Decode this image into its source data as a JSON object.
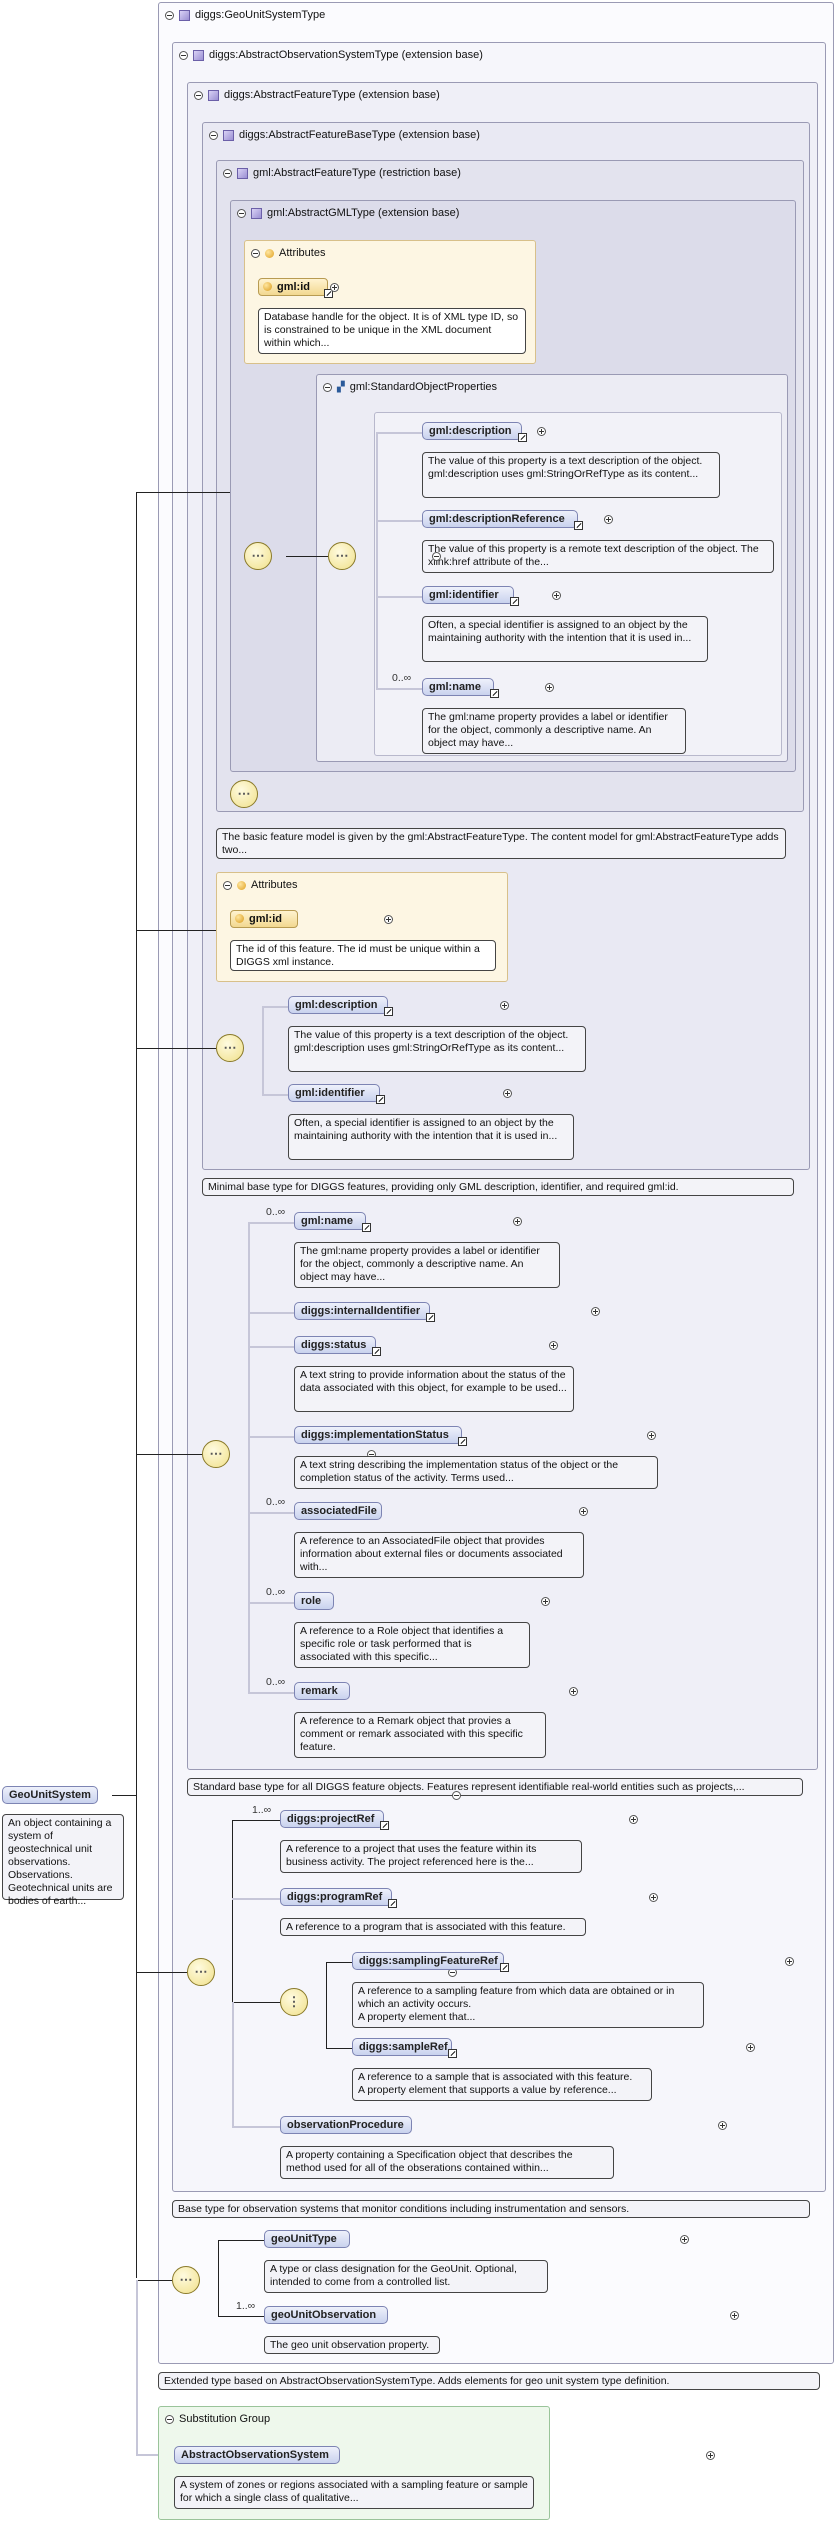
{
  "root": {
    "title": "diggs:GeoUnitSystemType",
    "doc": "Extended type based on AbstractObservationSystemType. Adds elements for geo unit system type definition."
  },
  "frames": {
    "obs_system": "diggs:AbstractObservationSystemType (extension base)",
    "feature": "diggs:AbstractFeatureType (extension base)",
    "feature_base": "diggs:AbstractFeatureBaseType (extension base)",
    "gml_feature": "gml:AbstractFeatureType (restriction base)",
    "gml": "gml:AbstractGMLType (extension base)"
  },
  "gml_attributes": {
    "title": "Attributes",
    "id_label": "gml:id",
    "id_doc": "Database handle for the object. It is of XML type ID, so is constrained to be unique in the XML document within which..."
  },
  "standard_props": {
    "title": "gml:StandardObjectProperties",
    "items": [
      {
        "label": "gml:description",
        "doc": "The value of this property is a text description of the object. gml:description uses gml:StringOrRefType as its content..."
      },
      {
        "label": "gml:descriptionReference",
        "doc": "The value of this property is a remote text description of the object. The xlink:href attribute of the..."
      },
      {
        "label": "gml:identifier",
        "doc": "Often, a special identifier is assigned to an object by the maintaining authority with the intention that it is used in..."
      },
      {
        "label": "gml:name",
        "card": "0..∞",
        "doc": "The gml:name property provides a label or identifier for the object, commonly a descriptive name. An object may have..."
      }
    ]
  },
  "gml_feature_doc": "The basic feature model is given by the gml:AbstractFeatureType. The content model for gml:AbstractFeatureType adds two...",
  "base_attributes": {
    "title": "Attributes",
    "id_label": "gml:id",
    "id_doc": "The id of this feature. The id must be unique within a DIGGS xml instance."
  },
  "base_elements": [
    {
      "label": "gml:description",
      "doc": "The value of this property is a text description of the object. gml:description uses gml:StringOrRefType as its content..."
    },
    {
      "label": "gml:identifier",
      "doc": "Often, a special identifier is assigned to an object by the maintaining authority with the intention that it is used in..."
    }
  ],
  "feature_base_doc": "Minimal base type for DIGGS features, providing only GML description, identifier, and required gml:id.",
  "feature_elements": [
    {
      "label": "gml:name",
      "card": "0..∞",
      "doc": "The gml:name property provides a label or identifier for the object, commonly a descriptive name. An object may have..."
    },
    {
      "label": "diggs:internalIdentifier",
      "card": "",
      "doc": ""
    },
    {
      "label": "diggs:status",
      "card": "",
      "doc": "A text string to provide information about the status of the data associated with this object, for example to be used..."
    },
    {
      "label": "diggs:implementationStatus",
      "card": "",
      "doc": "A text string describing the implementation status of the object or the completion status of the activity. Terms used..."
    },
    {
      "label": "associatedFile",
      "card": "0..∞",
      "doc": "A reference to an AssociatedFile object that provides information about external files or documents associated with..."
    },
    {
      "label": "role",
      "card": "0..∞",
      "doc": "A reference to a Role object that identifies a specific role or task performed that is associated with this specific..."
    },
    {
      "label": "remark",
      "card": "0..∞",
      "doc": "A reference to a Remark object that provies a comment or remark associated with this specific feature."
    }
  ],
  "feature_doc": "Standard base type for all DIGGS feature objects. Features represent identifiable real-world entities such as projects,...",
  "obs_elements": {
    "project_ref": {
      "label": "diggs:projectRef",
      "card": "1..∞",
      "doc": "A reference to a project that uses the feature within its business activity. The project referenced here is the..."
    },
    "program_ref": {
      "label": "diggs:programRef",
      "doc": "A reference to a program that is associated with this feature."
    },
    "sampling_feature_ref": {
      "label": "diggs:samplingFeatureRef",
      "doc": "A reference to a sampling feature from which data are obtained or in which an activity occurs.\nA property element that..."
    },
    "sample_ref": {
      "label": "diggs:sampleRef",
      "doc": "A reference to a sample that is associated with this feature.\nA property element that supports a value by reference..."
    },
    "observation_procedure": {
      "label": "observationProcedure",
      "doc": "A property containing a Specification object that describes the method used for all of the obserations contained within..."
    }
  },
  "obs_system_doc": "Base type for observation systems that monitor conditions including instrumentation and sensors.",
  "geo_elements": {
    "geo_unit_type": {
      "label": "geoUnitType",
      "doc": "A type or class designation for the GeoUnit. Optional, intended to come from a controlled list."
    },
    "geo_unit_observation": {
      "label": "geoUnitObservation",
      "card": "1..∞",
      "doc": "The geo unit observation property."
    }
  },
  "main_element": {
    "label": "GeoUnitSystem",
    "doc": "An object containing a system of geostechnical unit observations. Observations. Geotechnical units are bodies of earth..."
  },
  "substitution": {
    "title": "Substitution Group",
    "label": "AbstractObservationSystem",
    "doc": "A system of zones or regions associated with a sampling feature or sample for which a single class of qualitative..."
  },
  "colors": {
    "element_fill": "#c9d2ee",
    "attribute_fill": "#f2d890",
    "substitution_bg": "#eef8ec"
  }
}
